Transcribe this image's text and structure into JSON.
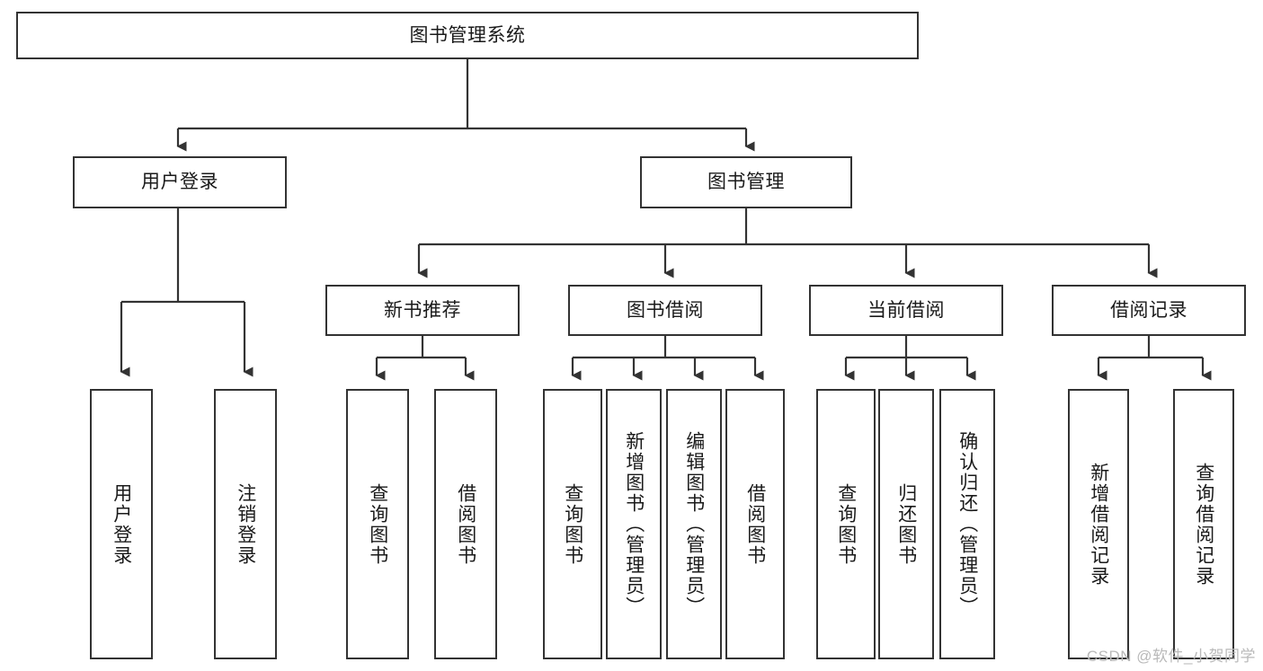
{
  "diagram": {
    "title": "图书管理系统",
    "type": "tree-hierarchy",
    "root": {
      "label": "图书管理系统"
    },
    "level2": [
      {
        "id": "user-login",
        "label": "用户登录"
      },
      {
        "id": "book-manage",
        "label": "图书管理"
      }
    ],
    "level3": [
      {
        "id": "new-book-rec",
        "label": "新书推荐"
      },
      {
        "id": "book-borrow",
        "label": "图书借阅"
      },
      {
        "id": "current-borrow",
        "label": "当前借阅"
      },
      {
        "id": "borrow-record",
        "label": "借阅记录"
      }
    ],
    "leaves": {
      "user_login": [
        {
          "id": "leaf-user-login",
          "label": "用户登录"
        },
        {
          "id": "leaf-logout",
          "label": "注销登录"
        }
      ],
      "new_book_rec": [
        {
          "id": "leaf-query-book-1",
          "label": "查询图书"
        },
        {
          "id": "leaf-borrow-book-1",
          "label": "借阅图书"
        }
      ],
      "book_borrow": [
        {
          "id": "leaf-query-book-2",
          "label": "查询图书"
        },
        {
          "id": "leaf-add-book",
          "label": "新增图书（管理员）"
        },
        {
          "id": "leaf-edit-book",
          "label": "编辑图书（管理员）"
        },
        {
          "id": "leaf-borrow-book-2",
          "label": "借阅图书"
        }
      ],
      "current_borrow": [
        {
          "id": "leaf-query-book-3",
          "label": "查询图书"
        },
        {
          "id": "leaf-return-book",
          "label": "归还图书"
        },
        {
          "id": "leaf-confirm-return",
          "label": "确认归还（管理员）"
        }
      ],
      "borrow_record": [
        {
          "id": "leaf-add-record",
          "label": "新增借阅记录"
        },
        {
          "id": "leaf-query-record",
          "label": "查询借阅记录"
        }
      ]
    }
  },
  "watermark": {
    "text": "CSDN @软件_小贺同学"
  },
  "colors": {
    "border": "#333333",
    "text": "#1a1a1a",
    "background": "#ffffff",
    "connector": "#333333",
    "watermark": "#b9b9b9"
  }
}
